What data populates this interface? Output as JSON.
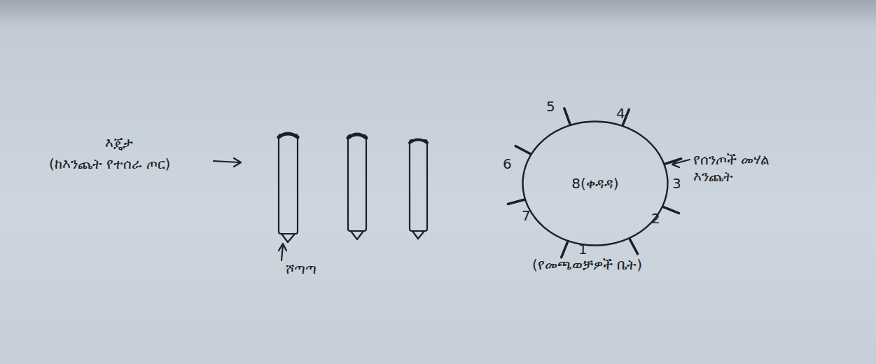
{
  "diagram": {
    "nodes": [
      {
        "text": [
          "8(ቀዳዳ)"
        ]
      }
    ],
    "labels": [
      "እጄታ",
      "(ከእንጨት የተሰራ ጦር)",
      "ሾጣጣ",
      "5",
      "4",
      "3",
      "2",
      "1",
      "7",
      "6",
      "የሰንጦች መሃል እንጨት",
      "(የመጫወቻዎች ቤት)"
    ]
  }
}
